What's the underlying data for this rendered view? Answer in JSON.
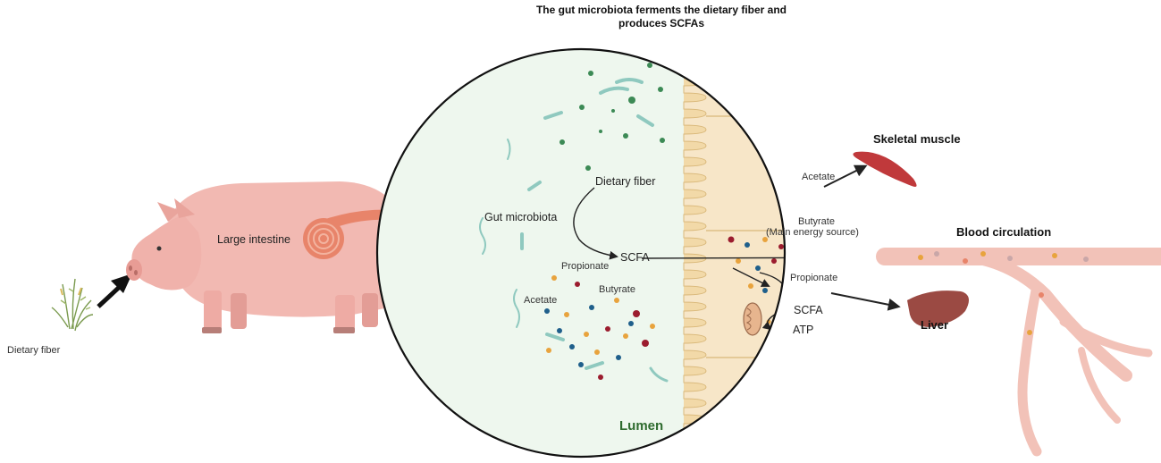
{
  "title": "The gut microbiota ferments the dietary fiber and produces SCFAs",
  "labels": {
    "dietary_fiber_left": "Dietary fiber",
    "large_intestine": "Large intestine",
    "dietary_fiber_circle": "Dietary fiber",
    "gut_microbiota": "Gut microbiota",
    "scfa_center": "SCFA",
    "propionate_lumen": "Propionate",
    "acetate_lumen": "Acetate",
    "butyrate_lumen": "Butyrate",
    "lumen": "Lumen",
    "acetate_cell": "Acetate",
    "butyrate_cell": "Butyrate",
    "main_energy_source": "(Main energy source)",
    "propionate_cell": "Propionate",
    "scfa_cell": "SCFA",
    "atp": "ATP",
    "skeletal_muscle": "Skeletal muscle",
    "blood_circulation": "Blood circulation",
    "liver": "Liver"
  },
  "colors": {
    "pig": "#f2b9b2",
    "intestine": "#e8846a",
    "lumen_bg": "#eef7ee",
    "epithelium_bg": "#f7e6c8",
    "blood_vessel": "#f2c2b8",
    "muscle": "#c0393b",
    "liver": "#9b4a43",
    "acetate_dot": "#1f5f8b",
    "propionate_dot": "#e8a33d",
    "butyrate_dot": "#9b1c2e",
    "fiber_dot": "#3c8a55",
    "atp": "#d93a3a"
  }
}
